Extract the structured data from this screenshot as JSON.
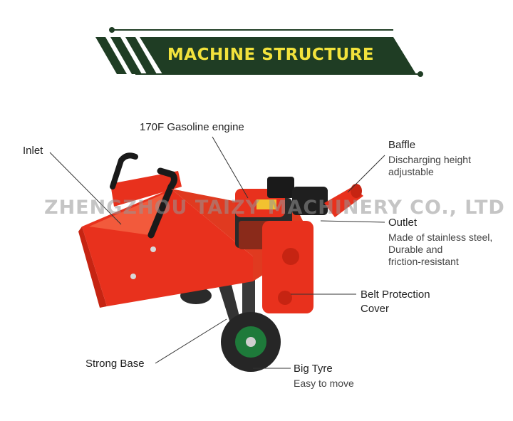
{
  "banner": {
    "title": "MACHINE STRUCTURE"
  },
  "watermark": "ZHENGZHOU TAIZY MACHINERY CO., LTD",
  "labels": {
    "engine": "170F Gasoline engine",
    "inlet": "Inlet",
    "baffle": {
      "title": "Baffle",
      "desc_line1": "Discharging height",
      "desc_line2": "adjustable"
    },
    "outlet": {
      "title": "Outlet",
      "desc_line1": "Made of stainless steel,",
      "desc_line2": "Durable and",
      "desc_line3": "friction-resistant"
    },
    "belt_cover": {
      "line1": "Belt Protection",
      "line2": "Cover"
    },
    "base": "Strong Base",
    "tyre": {
      "title": "Big Tyre",
      "desc": "Easy to move"
    }
  },
  "colors": {
    "banner_green": "#1f3d24",
    "banner_text": "#f2e23c",
    "machine_red": "#e8311d",
    "engine_black": "#1a1a1a"
  }
}
